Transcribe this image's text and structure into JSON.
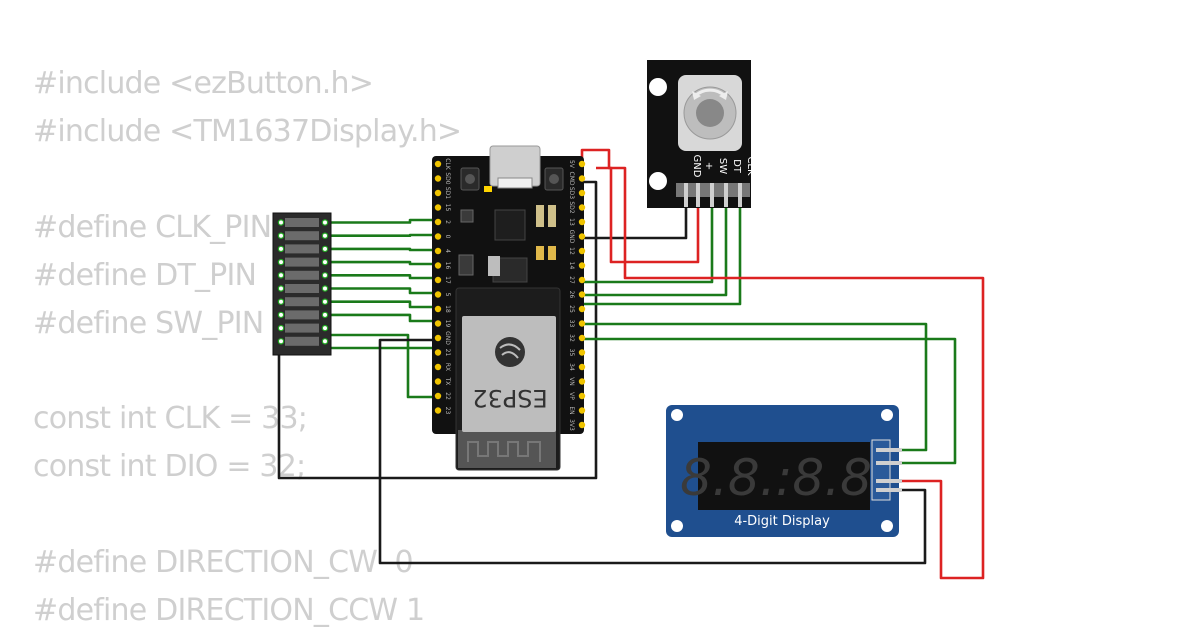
{
  "code": {
    "lines": [
      "#include <ezButton.h>",
      "#include <TM1637Display.h>",
      "",
      "#define CLK_PIN",
      "#define DT_PIN",
      "#define SW_PIN",
      "",
      "const int CLK = 33;",
      "const int DIO = 32;",
      "",
      "#define DIRECTION_CW  0",
      "#define DIRECTION_CCW 1"
    ]
  },
  "esp32": {
    "chip_label": "ESP32",
    "left_pins": [
      "CLK",
      "SD0",
      "SD1",
      "15",
      "2",
      "0",
      "4",
      "16",
      "17",
      "5",
      "18",
      "19",
      "GND",
      "21",
      "RX",
      "TX",
      "22",
      "23"
    ],
    "right_pins": [
      "5V",
      "CMD",
      "SD3",
      "SD2",
      "13",
      "GND",
      "12",
      "14",
      "27",
      "26",
      "25",
      "33",
      "32",
      "35",
      "34",
      "VN",
      "VP",
      "EN",
      "3V3"
    ]
  },
  "encoder": {
    "pin_labels": [
      "GND",
      "+",
      "SW",
      "DT",
      "CLK"
    ]
  },
  "display": {
    "digits": "8.8.:8.8.",
    "caption": "4-Digit Display"
  },
  "colors": {
    "wire_green": "#1a7a1a",
    "wire_red": "#dd2222",
    "wire_black": "#1a1a1a",
    "board": "#111111",
    "display_pcb": "#1f4f8f"
  }
}
